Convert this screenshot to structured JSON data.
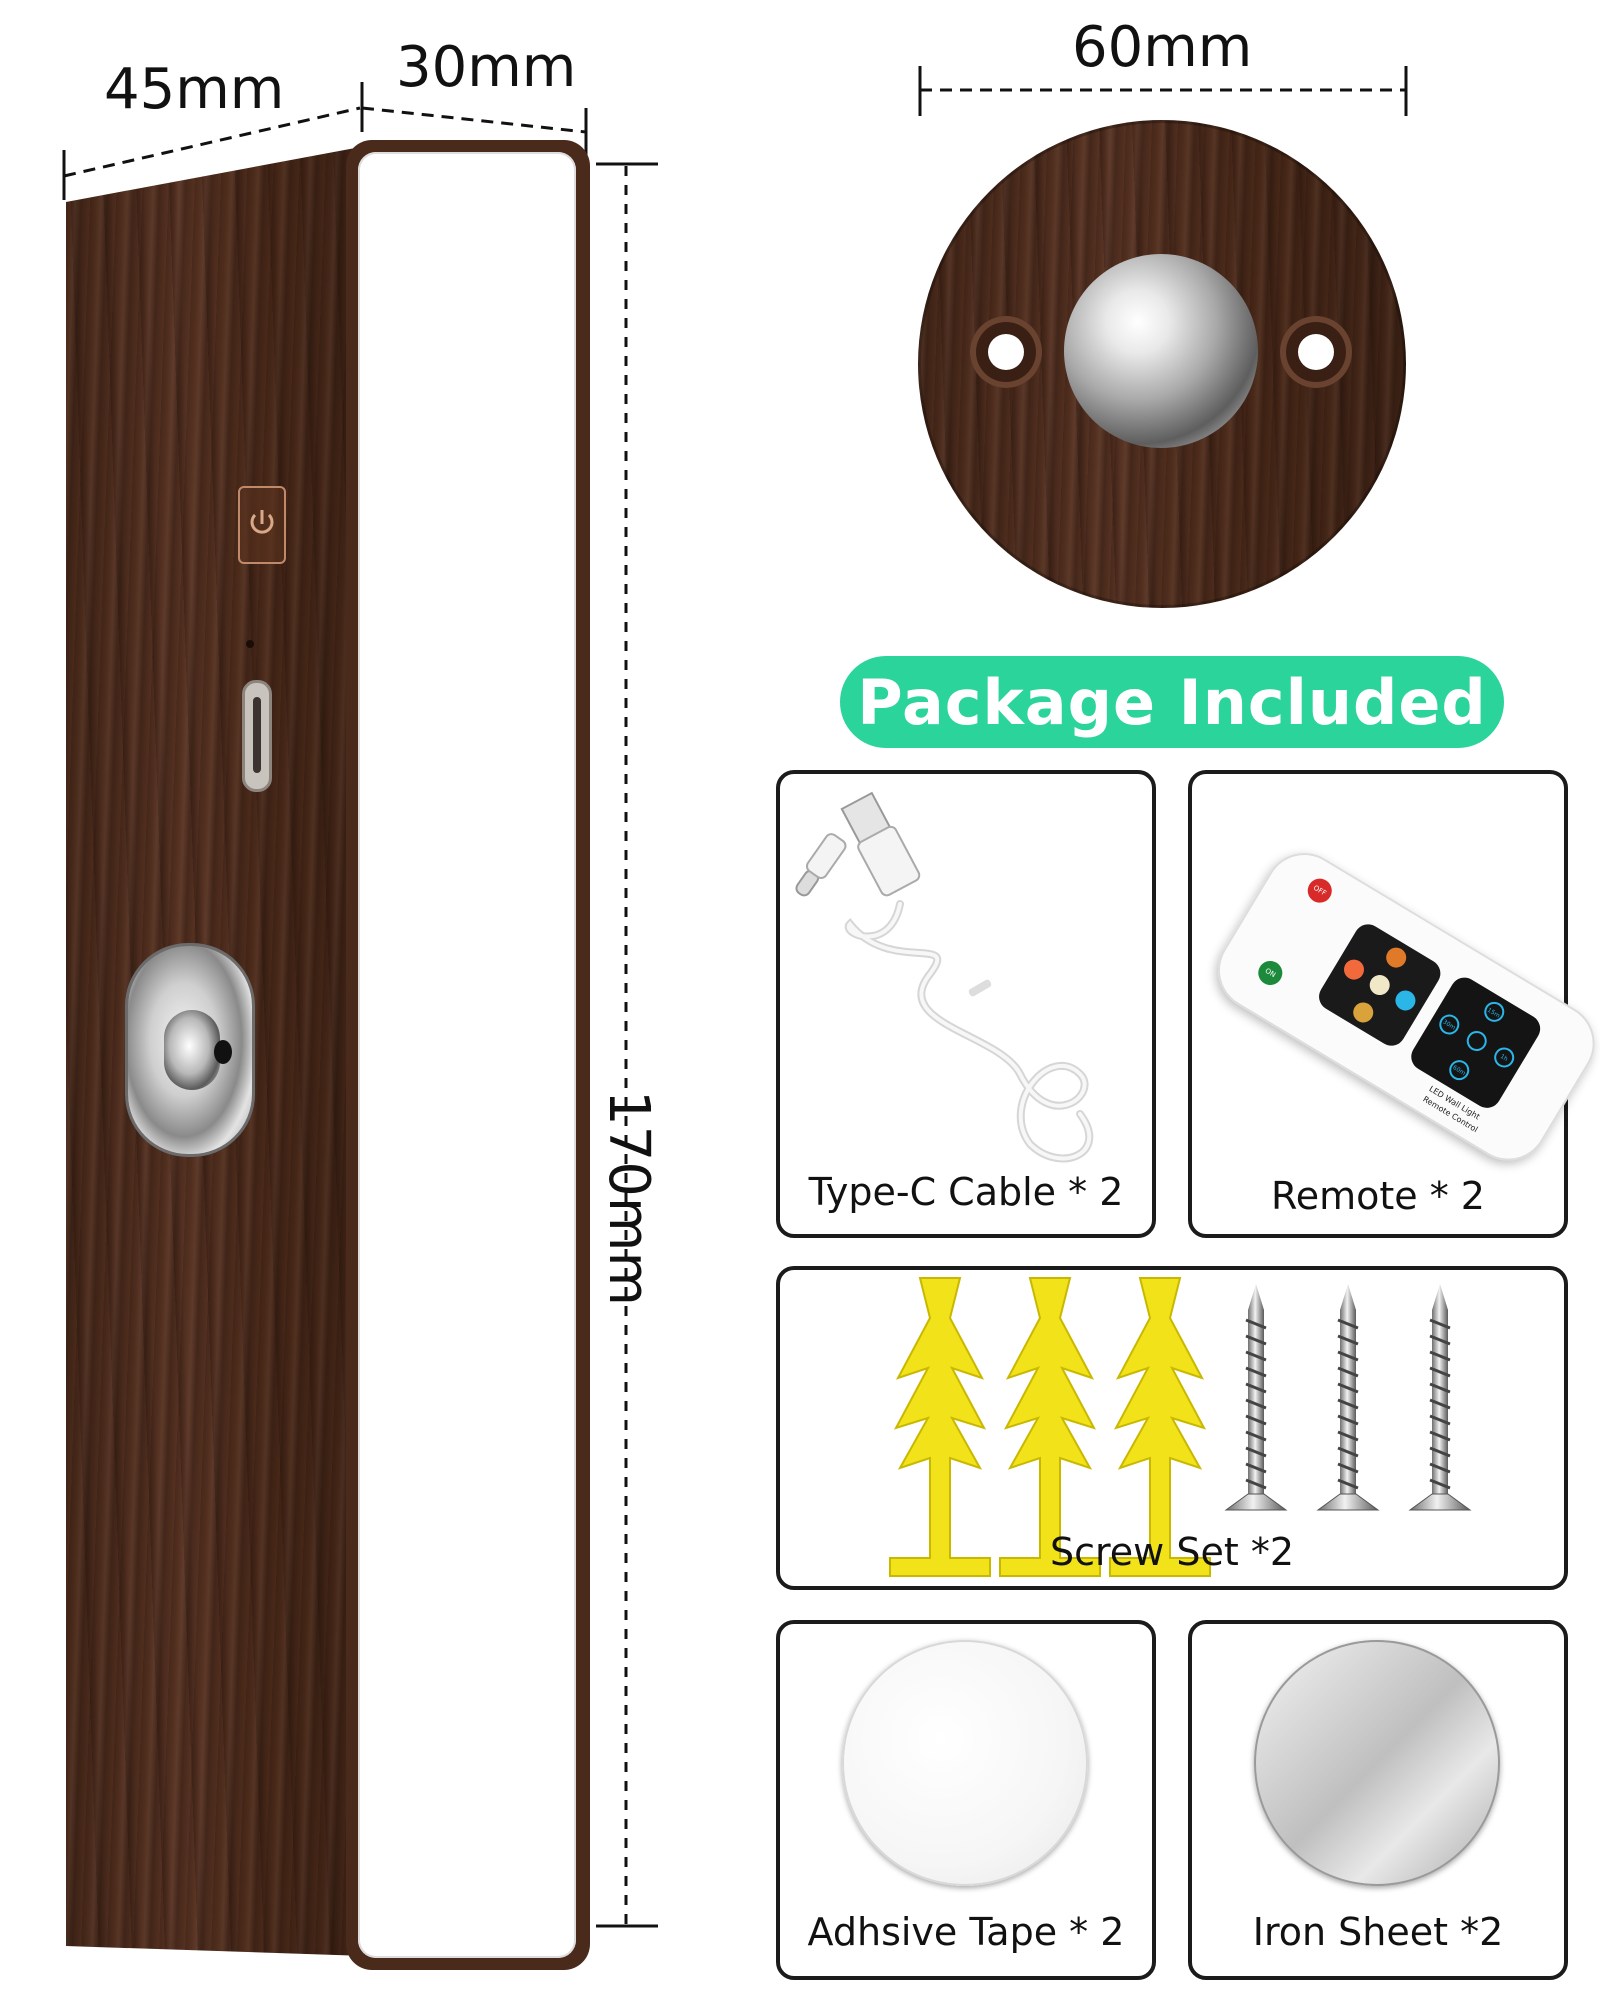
{
  "dimensions": {
    "width_label": "45mm",
    "depth_label": "30mm",
    "height_label": "170mm",
    "mount_diameter_label": "60mm"
  },
  "package": {
    "heading": "Package Included",
    "items": [
      {
        "label": "Type-C Cable * 2",
        "icon": "usb-cable-icon"
      },
      {
        "label": "Remote * 2",
        "icon": "remote-control-icon"
      },
      {
        "label": "Screw Set *2",
        "icon": "screw-set-icon"
      },
      {
        "label": "Adhsive Tape * 2",
        "icon": "adhesive-disc-icon"
      },
      {
        "label": "Iron Sheet *2",
        "icon": "iron-disc-icon"
      }
    ]
  },
  "remote": {
    "off_label": "OFF",
    "on_label": "ON",
    "brand_line1": "LED Wall Light",
    "brand_line2": "Remote Control",
    "timer_labels": [
      "15m",
      "30m",
      "1h",
      "60m"
    ]
  },
  "colors": {
    "accent": "#2bd49a",
    "wood": "#4e2d1e",
    "anchor": "#f2e21a",
    "text": "#111111"
  }
}
